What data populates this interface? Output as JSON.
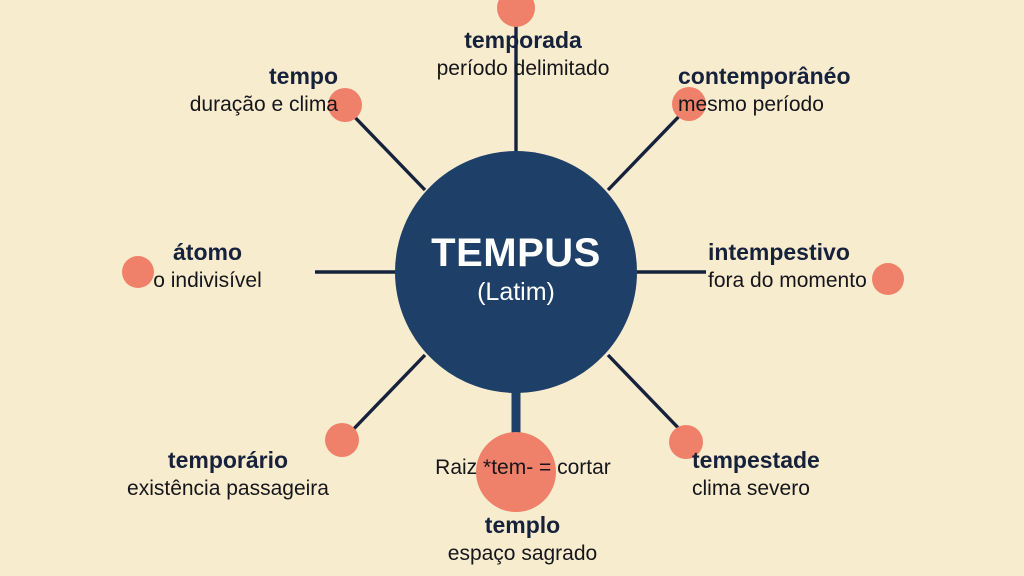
{
  "theme": {
    "background": "#f8ecce",
    "hub_fill": "#1d3f68",
    "node_dot": "#ef8069",
    "connector": "#16213c",
    "hub_text": "#ffffff",
    "term_text": "#16213c",
    "gloss_text": "#15161c"
  },
  "hub": {
    "title": "TEMPUS",
    "subtitle": "(Latim)"
  },
  "root_note": "Raiz *tem- = cortar",
  "nodes": [
    {
      "id": "temporada",
      "term": "temporada",
      "gloss": "período delimitado"
    },
    {
      "id": "tempo",
      "term": "tempo",
      "gloss": "duração e clima"
    },
    {
      "id": "contemporaneo",
      "term": "contemporânéo",
      "gloss": "mesmo período"
    },
    {
      "id": "atomo",
      "term": "átomo",
      "gloss": "o indivisível"
    },
    {
      "id": "intempestivo",
      "term": "intempestivo",
      "gloss": "fora do momento"
    },
    {
      "id": "temporario",
      "term": "temporário",
      "gloss": "existência passageira"
    },
    {
      "id": "tempestade",
      "term": "tempestade",
      "gloss": "clima severo"
    },
    {
      "id": "templo",
      "term": "templo",
      "gloss": "espaço sagrado"
    }
  ]
}
